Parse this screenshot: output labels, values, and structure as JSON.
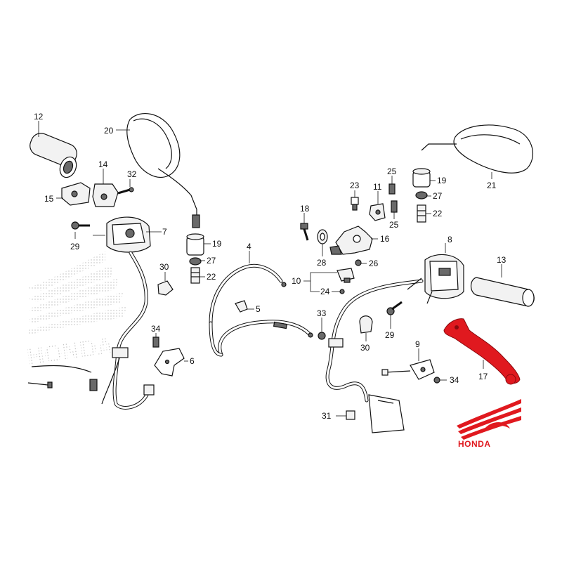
{
  "callouts": {
    "c1": "12",
    "c2": "20",
    "c3": "14",
    "c4": "32",
    "c5": "15",
    "c6": "7",
    "c7": "29",
    "c8": "19",
    "c9": "27",
    "c10": "22",
    "c11": "30",
    "c12": "4",
    "c13": "5",
    "c14": "34",
    "c15": "6",
    "c16": "18",
    "c17": "23",
    "c18": "11",
    "c19": "25",
    "c20": "25",
    "c21": "16",
    "c22": "28",
    "c23": "26",
    "c24": "10",
    "c25": "24",
    "c26": "33",
    "c27": "30",
    "c28": "29",
    "c29": "8",
    "c30": "19",
    "c31": "27",
    "c32": "22",
    "c33": "21",
    "c34": "13",
    "c35": "9",
    "c36": "34",
    "c37": "17",
    "c38": "31"
  },
  "brand": {
    "logo_text": "HONDA",
    "watermark_text": "HONDA"
  },
  "colors": {
    "highlight": "#e0191f",
    "line": "#111111",
    "watermark": "#b9b9b9"
  }
}
